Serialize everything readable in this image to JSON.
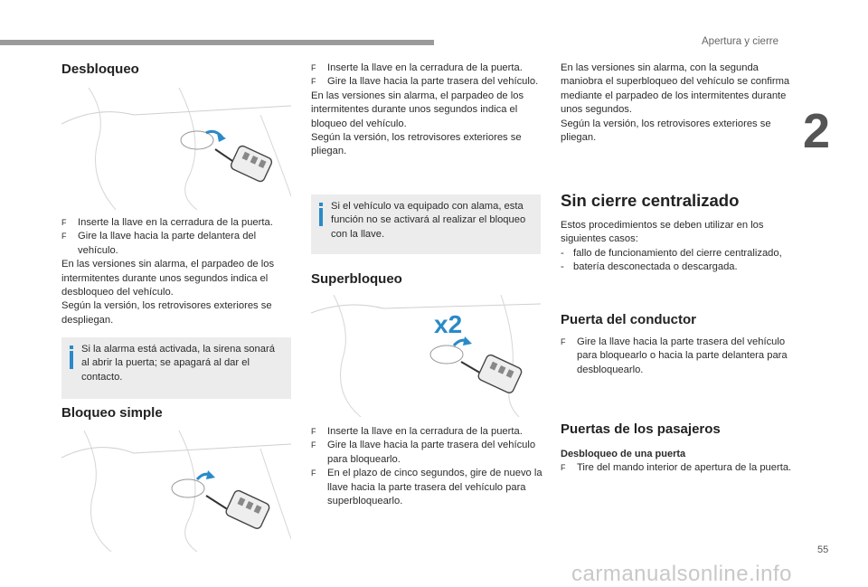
{
  "header": {
    "title": "Apertura y cierre",
    "chapter": "2"
  },
  "page_number": "55",
  "watermark": "carmanualsonline.info",
  "col1": {
    "title": "Desbloqueo",
    "steps": [
      "Inserte la llave en la cerradura de la puerta.",
      "Gire la llave hacia la parte delantera del vehículo."
    ],
    "bullet_mark": "F",
    "para": [
      "En las versiones sin alarma, el parpadeo de los intermitentes durante unos segundos indica el desbloqueo del vehículo.",
      "Según la versión, los retrovisores exteriores se despliegan."
    ],
    "note": "Si la alarma está activada, la sirena sonará al abrir la puerta; se apagará al dar el contacto.",
    "title2": "Bloqueo simple"
  },
  "col2": {
    "steps": [
      "Inserte la llave en la cerradura de la puerta.",
      "Gire la llave hacia la parte trasera del vehículo."
    ],
    "para": [
      "En las versiones sin alarma, el parpadeo de los intermitentes durante unos segundos indica el bloqueo del vehículo.",
      "Según la versión, los retrovisores exteriores se pliegan."
    ],
    "note": "Si el vehículo va equipado con alama, esta función no se activará al realizar el bloqueo con la llave.",
    "title": "Superbloqueo",
    "fig_label": "x2",
    "steps2": [
      "Inserte la llave en la cerradura de la puerta.",
      "Gire la llave hacia la parte trasera del vehículo para bloquearlo.",
      "En el plazo de cinco segundos, gire de nuevo la llave hacia la parte trasera del vehículo para superbloquearlo."
    ]
  },
  "col3": {
    "para": [
      "En las versiones sin alarma, con la segunda maniobra el superbloqueo del vehículo se confirma mediante el parpadeo de los intermitentes durante unos segundos.",
      "Según la versión, los retrovisores exteriores se pliegan."
    ],
    "title": "Sin cierre centralizado",
    "intro": "Estos procedimientos se deben utilizar en los siguientes casos:",
    "dash_mark": "-",
    "cases": [
      "fallo de funcionamiento del cierre centralizado,",
      "batería desconectada o descargada."
    ],
    "title2": "Puerta del conductor",
    "driver_step": "Gire la llave hacia la parte trasera del vehículo para bloquearlo o hacia la parte delantera para desbloquearlo.",
    "title3": "Puertas de los pasajeros",
    "subhead": "Desbloqueo de una puerta",
    "pass_step": "Tire del mando interior de apertura de la puerta."
  }
}
